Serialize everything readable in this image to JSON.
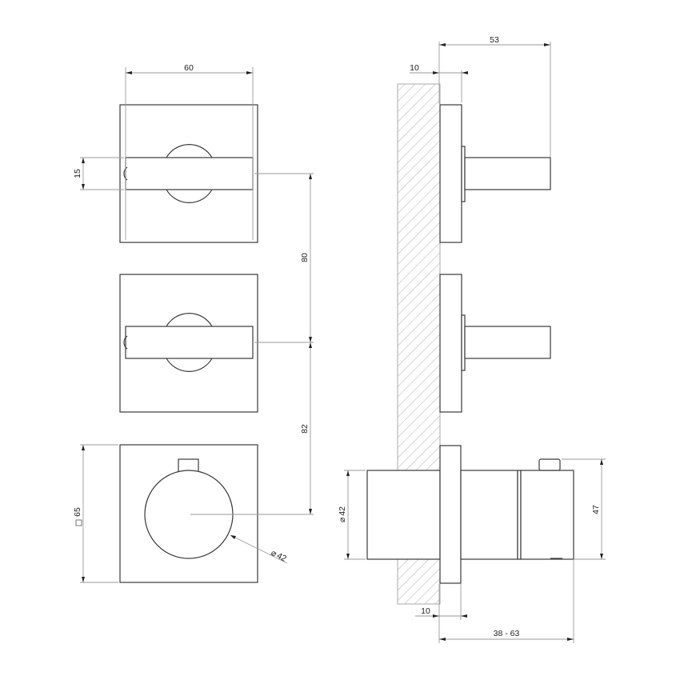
{
  "drawing": {
    "title": "Wall-mounted thermostatic mixer with two stop valves - dimensional drawing",
    "views": {
      "front": {
        "upper_valve": {
          "label": "upper-stop-valve-front"
        },
        "middle_valve": {
          "label": "middle-stop-valve-front"
        },
        "thermostat": {
          "label": "thermostatic-mixer-front"
        }
      },
      "side": {
        "upper_valve": {
          "label": "upper-stop-valve-side"
        },
        "middle_valve": {
          "label": "middle-stop-valve-side"
        },
        "thermostat": {
          "label": "thermostatic-mixer-side"
        },
        "wall": {
          "label": "wall-section-hatched"
        }
      }
    },
    "dimensions": {
      "plate_width": "60",
      "handle_height": "15",
      "spacing_upper": "80",
      "spacing_lower": "82",
      "plate_square": "65",
      "plate_square_symbol": "□",
      "knob_diameter": "42",
      "diameter_symbol": "⌀",
      "side_knob_diameter": "42",
      "plate_thickness_top": "10",
      "handle_projection": "53",
      "plate_thickness_bottom": "10",
      "body_projection": "38 - 63",
      "body_height": "47"
    },
    "colors": {
      "outline": "#3a3a3a",
      "dimension_line": "#9a9a9a",
      "text": "#222222",
      "hatch": "#b0b0b0",
      "background": "#ffffff"
    }
  }
}
